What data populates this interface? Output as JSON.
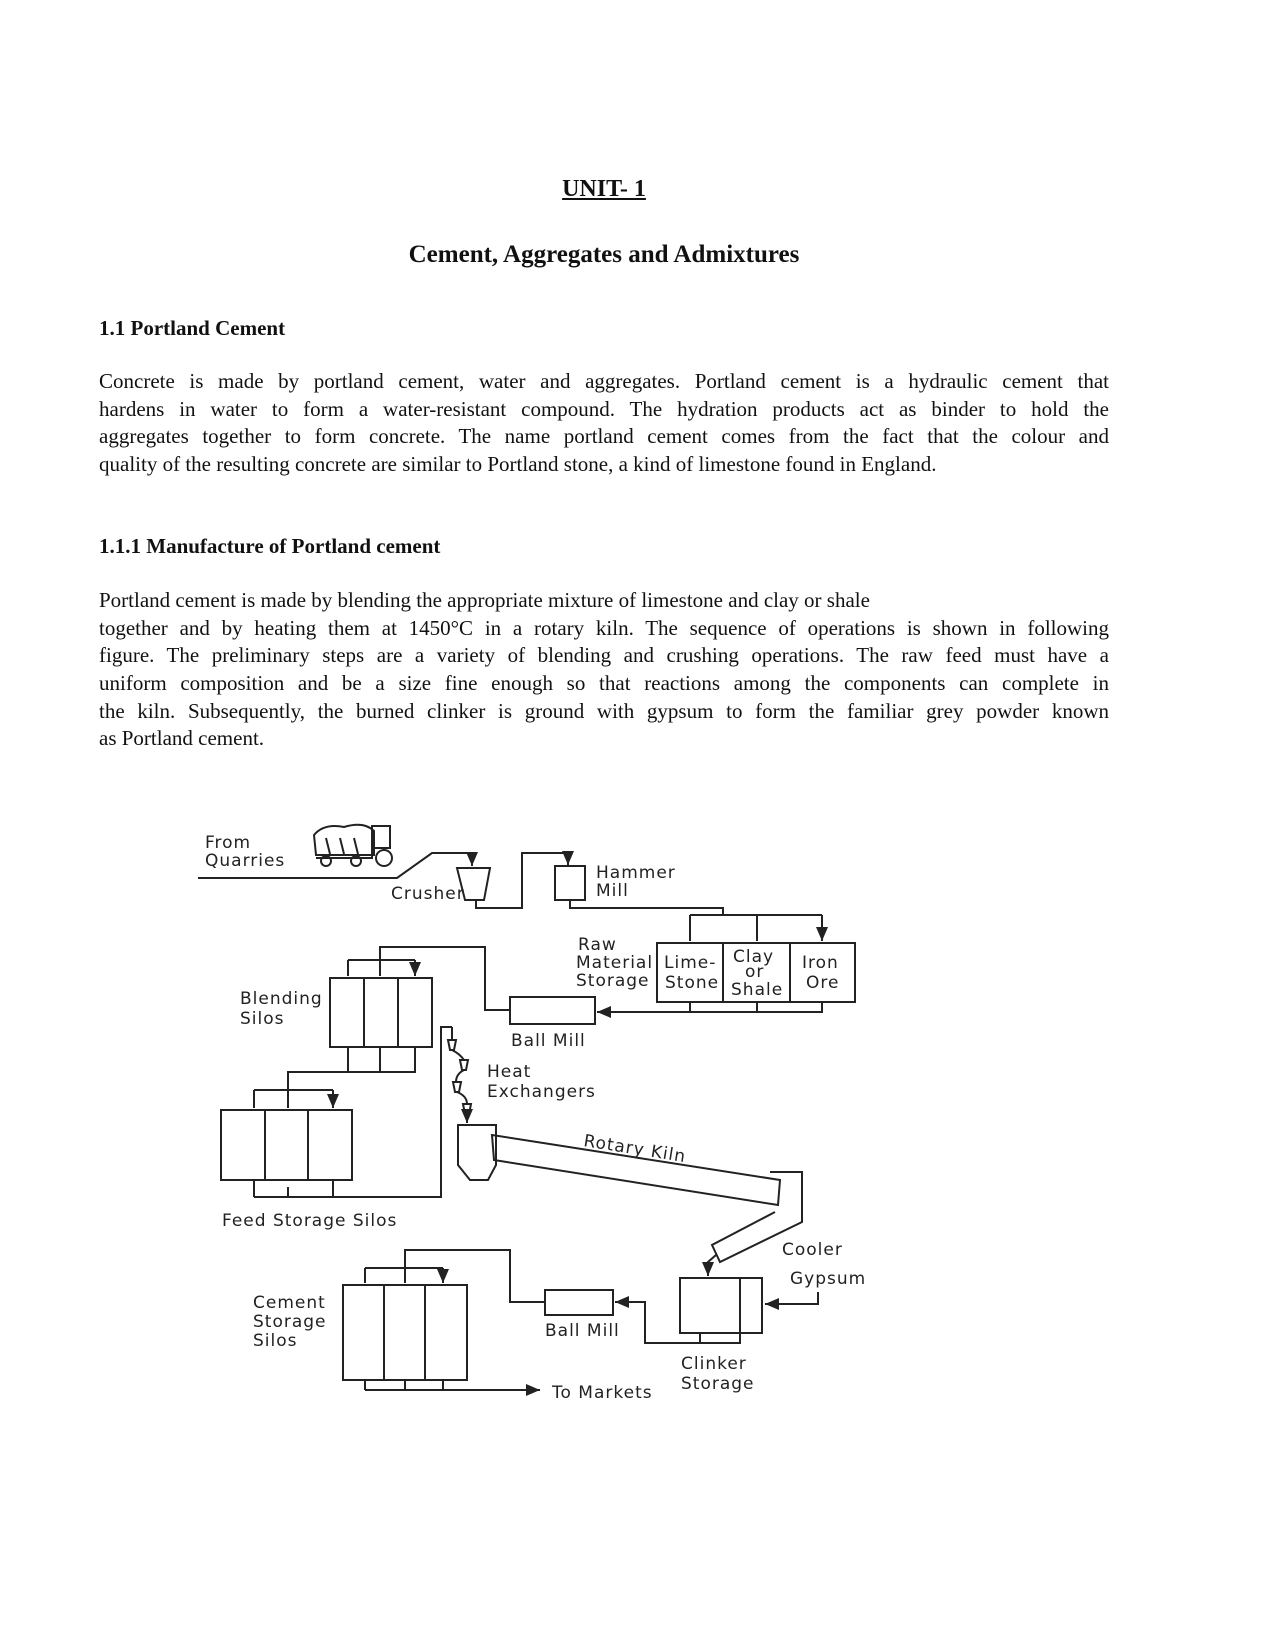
{
  "header": {
    "unit": "UNIT- 1",
    "title": "Cement, Aggregates and Admixtures"
  },
  "section_1_1": {
    "heading": "1.1 Portland Cement",
    "lines": [
      "Concrete is made by portland cement, water and aggregates. Portland cement is a hydraulic cement that",
      "hardens in water to form a water-resistant compound. The hydration products act as binder to hold the",
      "aggregates together to form concrete. The name portland cement comes from the fact that the colour and",
      "quality of the resulting concrete are similar to Portland stone, a kind of limestone found in England."
    ]
  },
  "section_1_1_1": {
    "heading": "1.1.1 Manufacture of Portland cement",
    "lines": [
      "Portland cement is made by blending the appropriate mixture of limestone and clay or shale",
      "together and by heating them at 1450°C in a rotary kiln. The sequence of operations is shown in following",
      "figure. The preliminary steps are a variety of blending and crushing operations. The raw feed must have a",
      "uniform composition and be a size fine enough so that reactions among the components can complete in",
      "the kiln. Subsequently, the burned clinker is ground with gypsum to form the familiar grey powder known",
      "as Portland cement."
    ]
  },
  "diagram": {
    "from": "From",
    "quarries": "Quarries",
    "crusher": "Crusher",
    "hammer": "Hammer",
    "mill": "Mill",
    "raw": "Raw",
    "material": "Material",
    "storage": "Storage",
    "lime": "Lime-",
    "stone": "Stone",
    "clay": "Clay",
    "or": "or",
    "shale": "Shale",
    "iron": "Iron",
    "ore": "Ore",
    "blending": "Blending",
    "silos": "Silos",
    "ball_mill_1": "Ball Mill",
    "heat": "Heat",
    "exchangers": "Exchangers",
    "rotary_kiln": "Rotary Kiln",
    "feed_storage_silos": "Feed Storage Silos",
    "cooler": "Cooler",
    "gypsum": "Gypsum",
    "cement": "Cement",
    "storage_2": "Storage",
    "silos_2": "Silos",
    "ball_mill_2": "Ball Mill",
    "clinker": "Clinker",
    "storage_3": "Storage",
    "to_markets": "To Markets"
  }
}
